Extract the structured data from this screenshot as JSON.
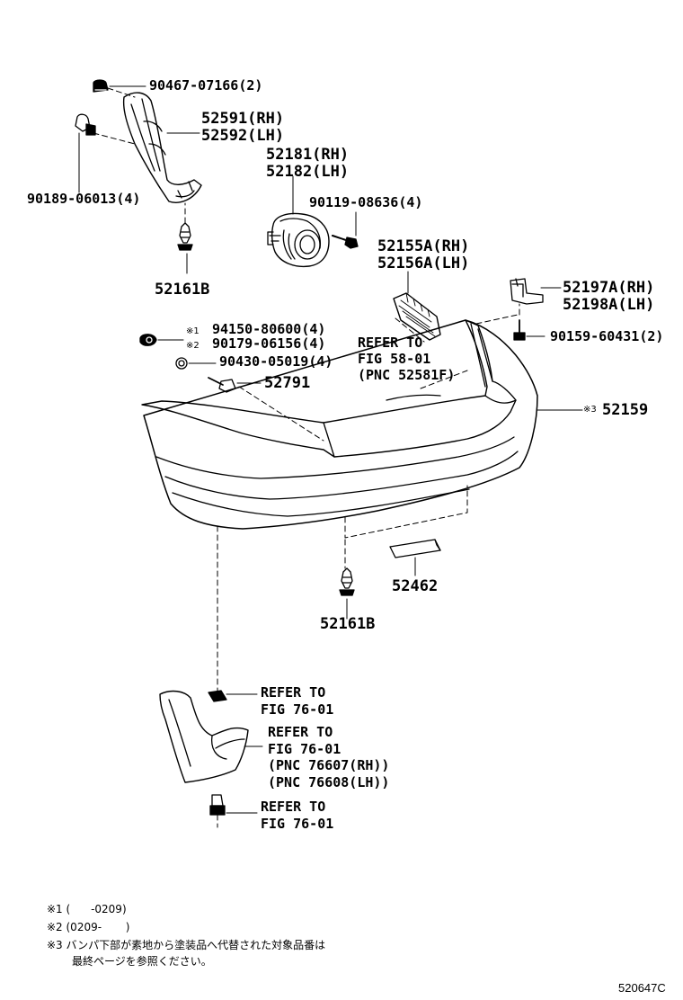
{
  "labels": {
    "p90467": "90467-07166(2)",
    "p52591": "52591(RH)",
    "p52592": "52592(LH)",
    "p52181": "52181(RH)",
    "p52182": "52182(LH)",
    "p90189": "90189-06013(4)",
    "p90119": "90119-08636(4)",
    "p52155a": "52155A(RH)",
    "p52156a": "52156A(LH)",
    "p52161b_top": "52161B",
    "p52197a": "52197A(RH)",
    "p52198a": "52198A(LH)",
    "p94150": "94150-80600(4)",
    "p90179": "90179-06156(4)",
    "p90430": "90430-05019(4)",
    "refer_58_l1": "REFER TO",
    "refer_58_l2": "FIG 58-01",
    "refer_58_l3": "(PNC 52581F)",
    "p90159": "90159-60431(2)",
    "p52791": "52791",
    "p52159": "52159",
    "p52462": "52462",
    "p52161b_bottom": "52161B",
    "refer_76a_l1": "REFER TO",
    "refer_76a_l2": "FIG 76-01",
    "refer_76b_l1": "REFER TO",
    "refer_76b_l2": "FIG 76-01",
    "refer_76b_l3": "(PNC 76607(RH))",
    "refer_76b_l4": "(PNC 76608(LH))",
    "refer_76c_l1": "REFER TO",
    "refer_76c_l2": "FIG 76-01"
  },
  "marks": {
    "m1": "※1",
    "m2": "※2",
    "m3": "※3"
  },
  "notes": {
    "n1": "※1 (      -0209)",
    "n2": "※2 (0209-       )",
    "n3_l1": "※3 バンパ下部が素地から塗装品へ代替された対象品番は",
    "n3_l2": "最終ページを参照ください。"
  },
  "figure_code": "520647C"
}
